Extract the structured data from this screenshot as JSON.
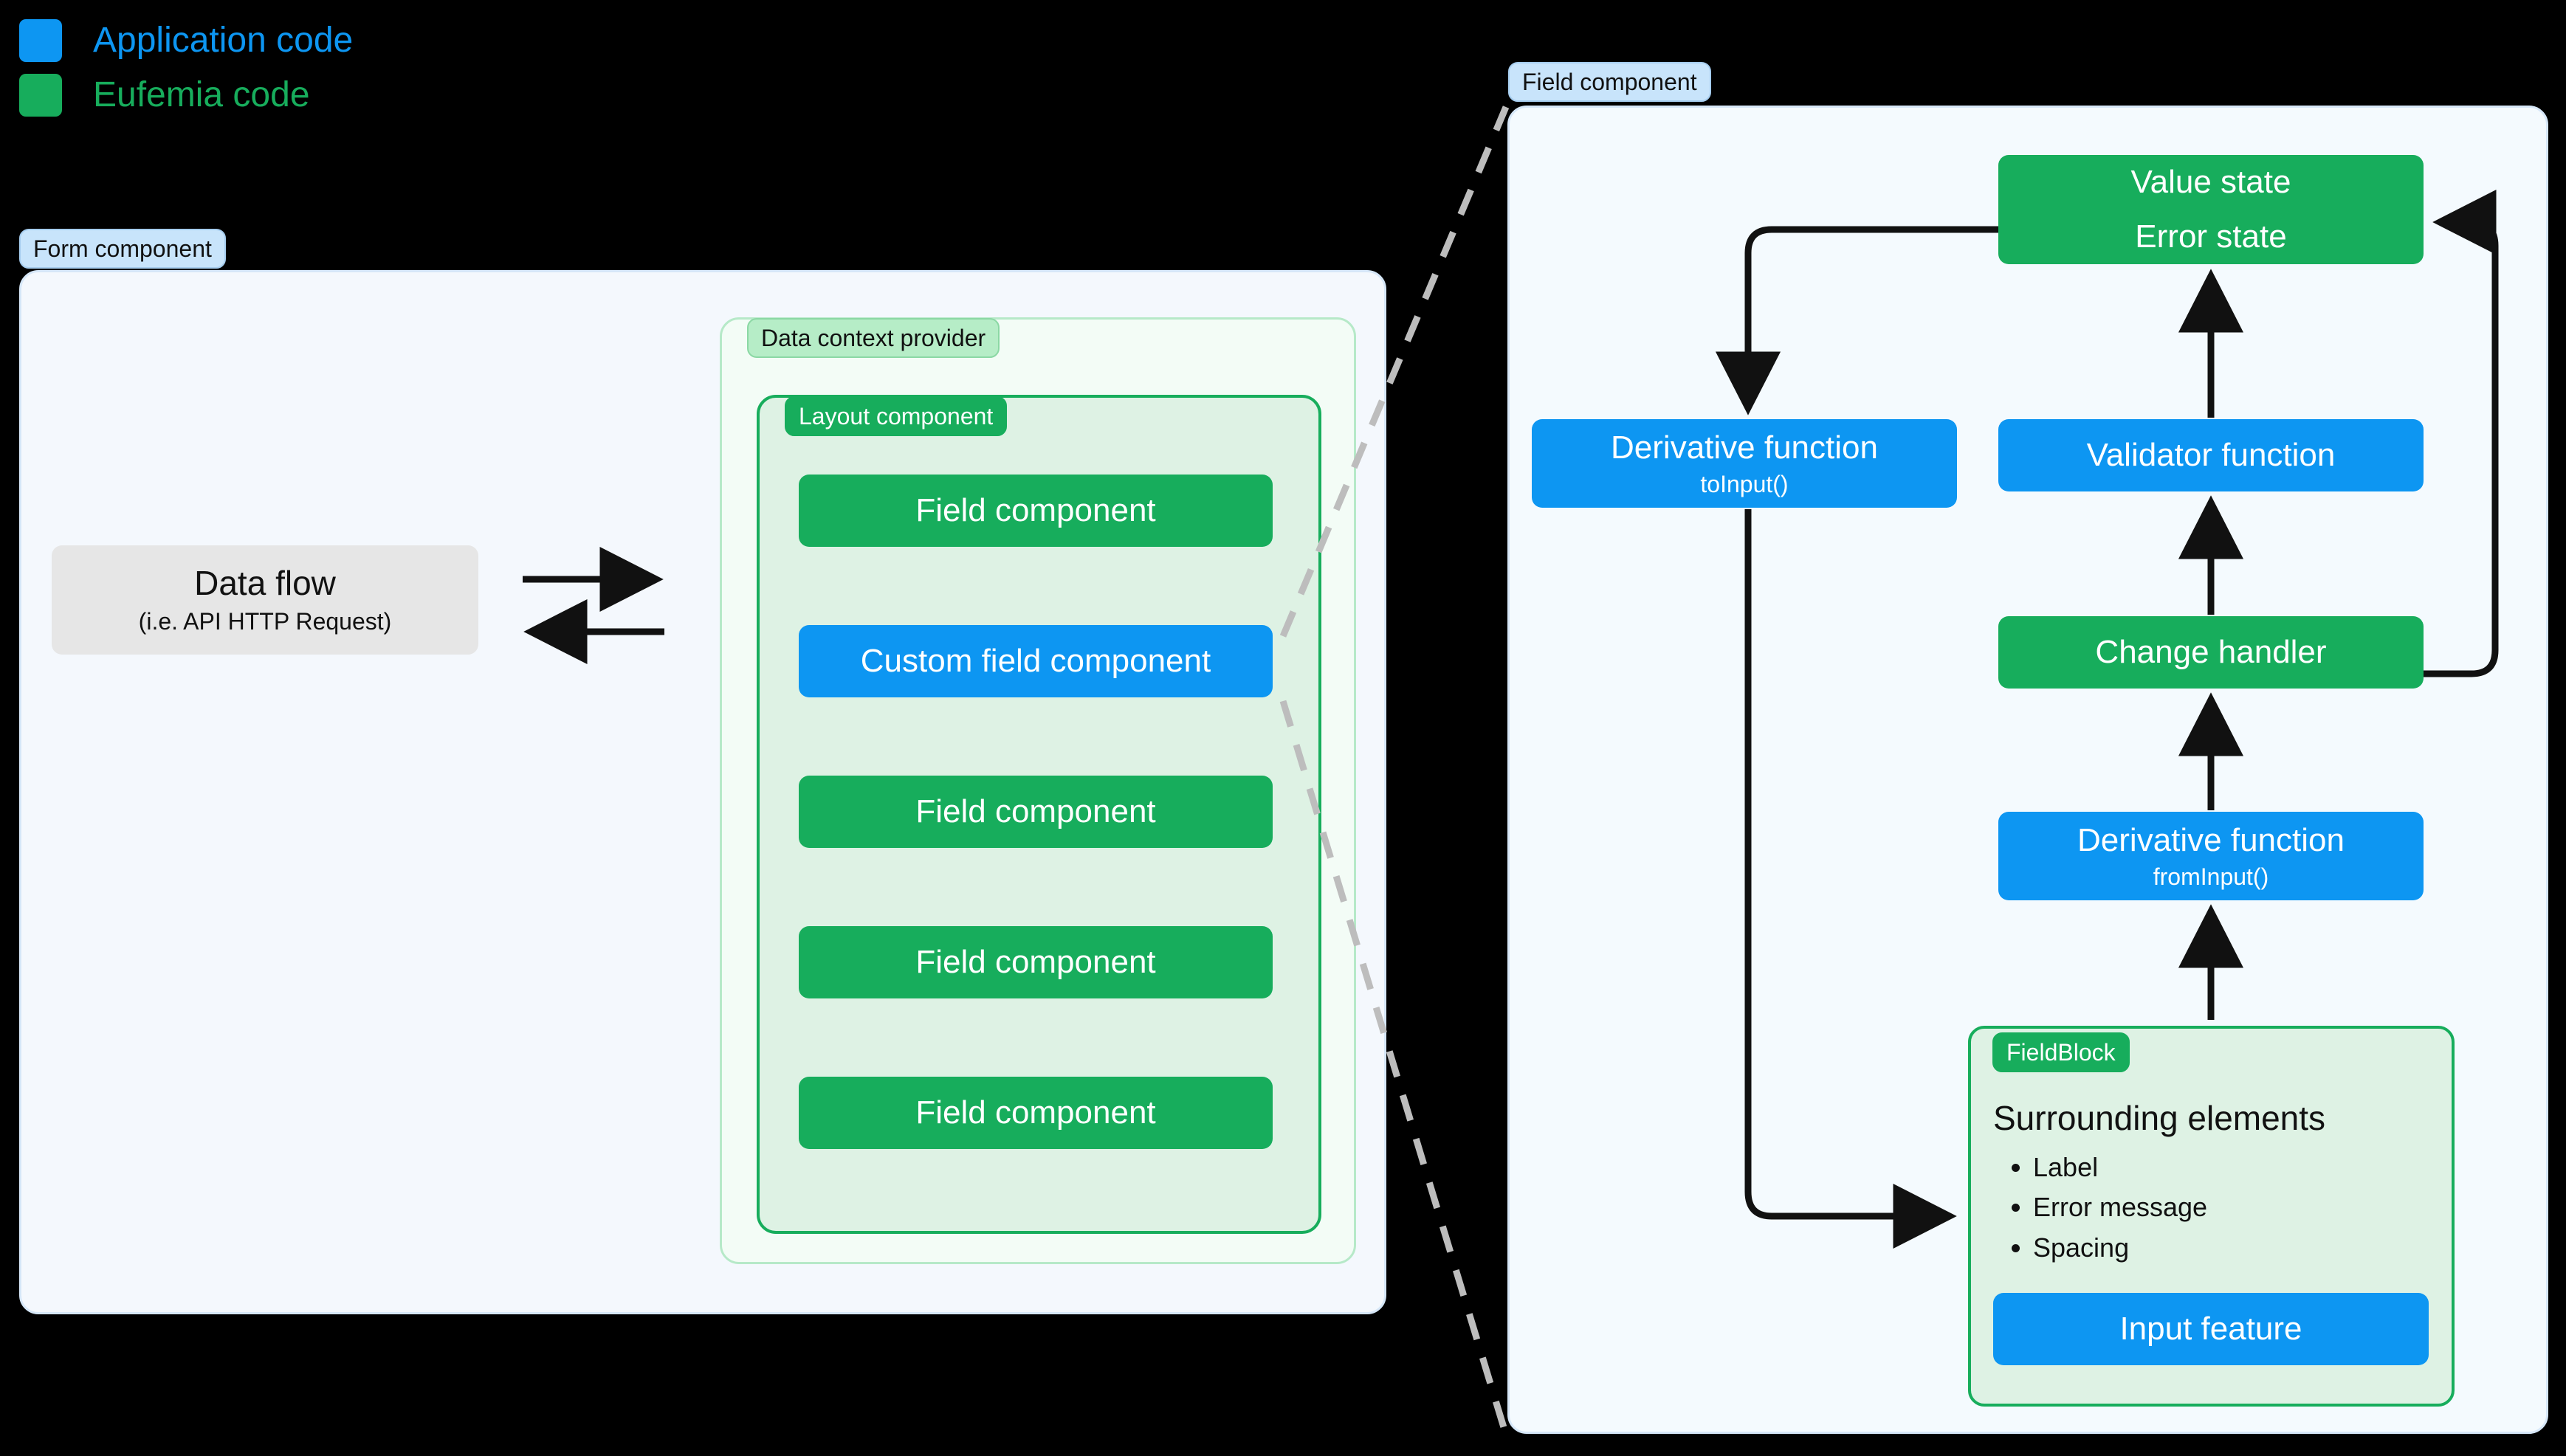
{
  "legend": {
    "items": [
      {
        "label": "Application code",
        "color": "#0D96F2",
        "swatch": "application-code-swatch"
      },
      {
        "label": "Eufemia code",
        "color": "#17AD5C",
        "swatch": "eufemia-code-swatch"
      }
    ]
  },
  "form_panel": {
    "badge": "Form component",
    "data_flow": {
      "title": "Data flow",
      "subtitle": "(i.e. API HTTP Request)"
    },
    "data_context_provider": {
      "badge": "Data context provider"
    },
    "layout_component": {
      "badge": "Layout component",
      "children": [
        {
          "label": "Field component",
          "kind": "eufemia"
        },
        {
          "label": "Custom field component",
          "kind": "application"
        },
        {
          "label": "Field component",
          "kind": "eufemia"
        },
        {
          "label": "Field component",
          "kind": "eufemia"
        },
        {
          "label": "Field component",
          "kind": "eufemia"
        }
      ]
    }
  },
  "field_panel": {
    "badge": "Field component",
    "nodes": {
      "value_state": {
        "line1": "Value state",
        "line2": "Error state",
        "kind": "eufemia"
      },
      "derivative_to_input": {
        "title": "Derivative function",
        "sub": "toInput()",
        "kind": "application"
      },
      "validator": {
        "title": "Validator function",
        "kind": "application"
      },
      "change_handler": {
        "title": "Change handler",
        "kind": "eufemia"
      },
      "derivative_from_input": {
        "title": "Derivative function",
        "sub": "fromInput()",
        "kind": "application"
      },
      "input_feature": {
        "title": "Input feature",
        "kind": "application"
      }
    },
    "field_block": {
      "badge": "FieldBlock",
      "surrounding_title": "Surrounding elements",
      "surrounding_items": [
        "Label",
        "Error message",
        "Spacing"
      ]
    }
  },
  "colors": {
    "application": "#0D96F2",
    "eufemia": "#17AD5C",
    "panel_blue_bg": "#F4F8FD",
    "panel_blue_border": "#D6E7F8",
    "panel_mint_bg": "#F3FCF6",
    "panel_mint_border": "#B6E9C8",
    "layout_bg": "#DEF2E4",
    "layout_border": "#17AD5C",
    "badge_blue_bg": "#C8E4FB",
    "badge_green_light_bg": "#B6EDC7",
    "data_flow_bg": "#E6E6E6",
    "arrow": "#111111",
    "leader_dash": "#BDBDBD",
    "background": "#000000"
  }
}
